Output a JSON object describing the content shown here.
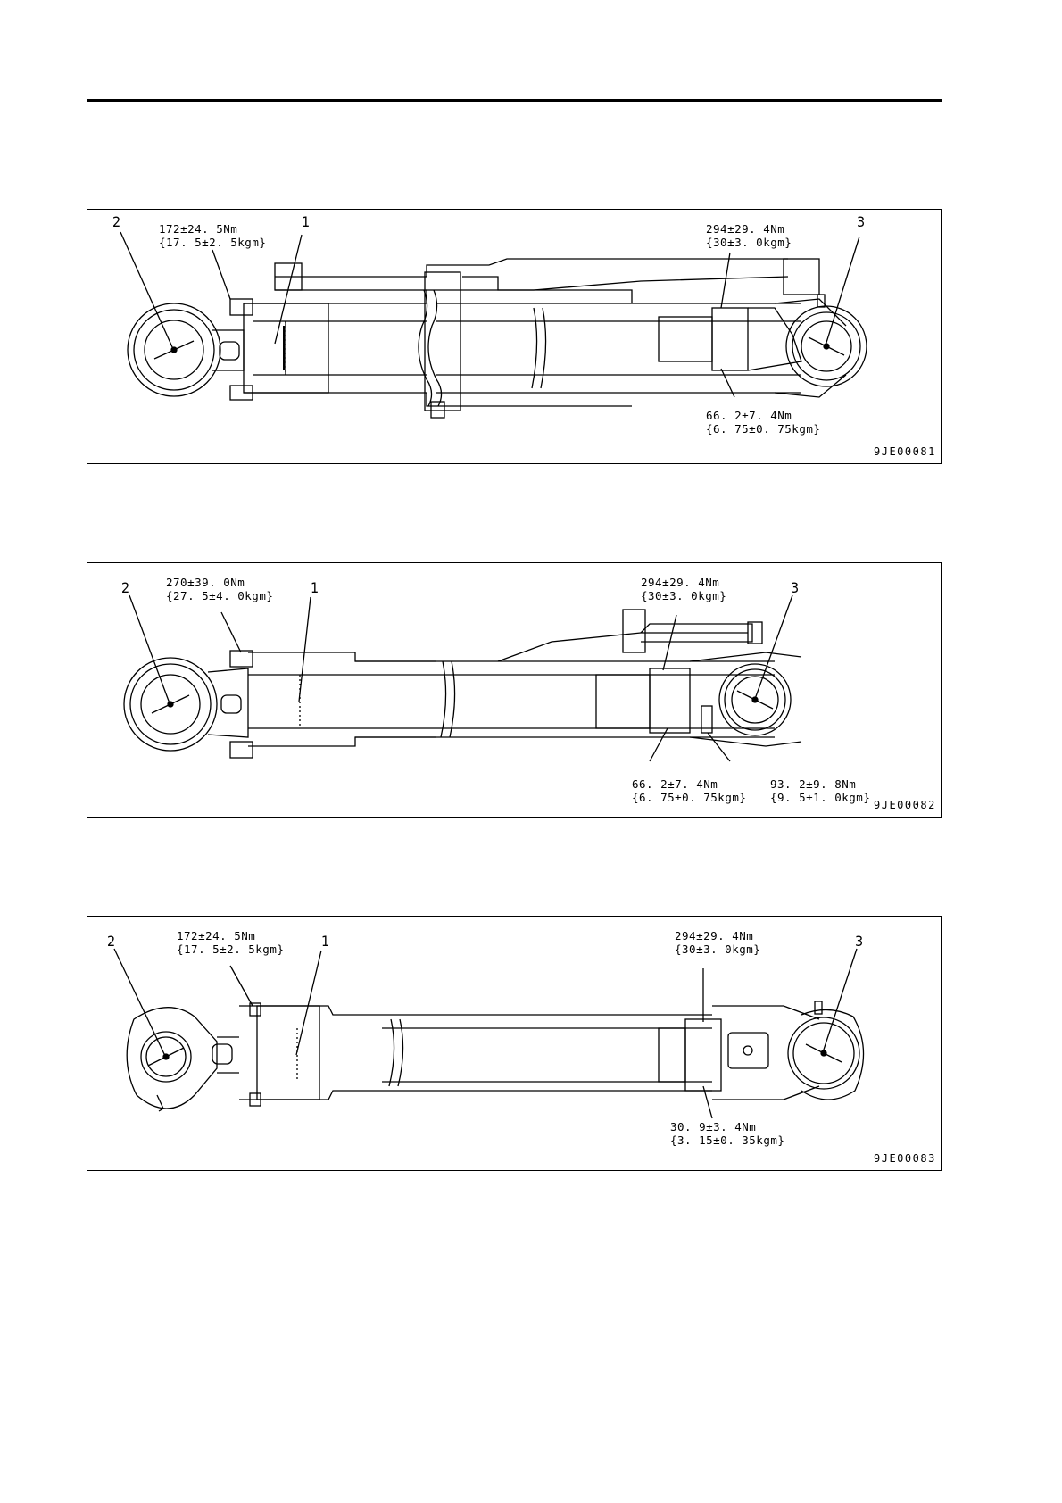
{
  "diagrams": [
    {
      "callouts": [
        "1",
        "2",
        "3"
      ],
      "torque_left": {
        "nm": "172±24. 5Nm",
        "kgm": "{17. 5±2. 5kgm}"
      },
      "torque_right": {
        "nm": "294±29. 4Nm",
        "kgm": "{30±3. 0kgm}"
      },
      "torque_bottom": {
        "nm": "66. 2±7. 4Nm",
        "kgm": "{6. 75±0. 75kgm}"
      },
      "figure_code": "9JE00081"
    },
    {
      "callouts": [
        "1",
        "2",
        "3"
      ],
      "torque_left": {
        "nm": "270±39. 0Nm",
        "kgm": "{27. 5±4. 0kgm}"
      },
      "torque_right": {
        "nm": "294±29. 4Nm",
        "kgm": "{30±3. 0kgm}"
      },
      "torque_bottom": {
        "nm": "66. 2±7. 4Nm",
        "kgm": "{6. 75±0. 75kgm}"
      },
      "torque_bottom2": {
        "nm": "93. 2±9. 8Nm",
        "kgm": "{9. 5±1. 0kgm}"
      },
      "figure_code": "9JE00082"
    },
    {
      "callouts": [
        "1",
        "2",
        "3"
      ],
      "torque_left": {
        "nm": "172±24. 5Nm",
        "kgm": "{17. 5±2. 5kgm}"
      },
      "torque_right": {
        "nm": "294±29. 4Nm",
        "kgm": "{30±3. 0kgm}"
      },
      "torque_bottom": {
        "nm": "30. 9±3. 4Nm",
        "kgm": "{3. 15±0. 35kgm}"
      },
      "figure_code": "9JE00083"
    }
  ]
}
